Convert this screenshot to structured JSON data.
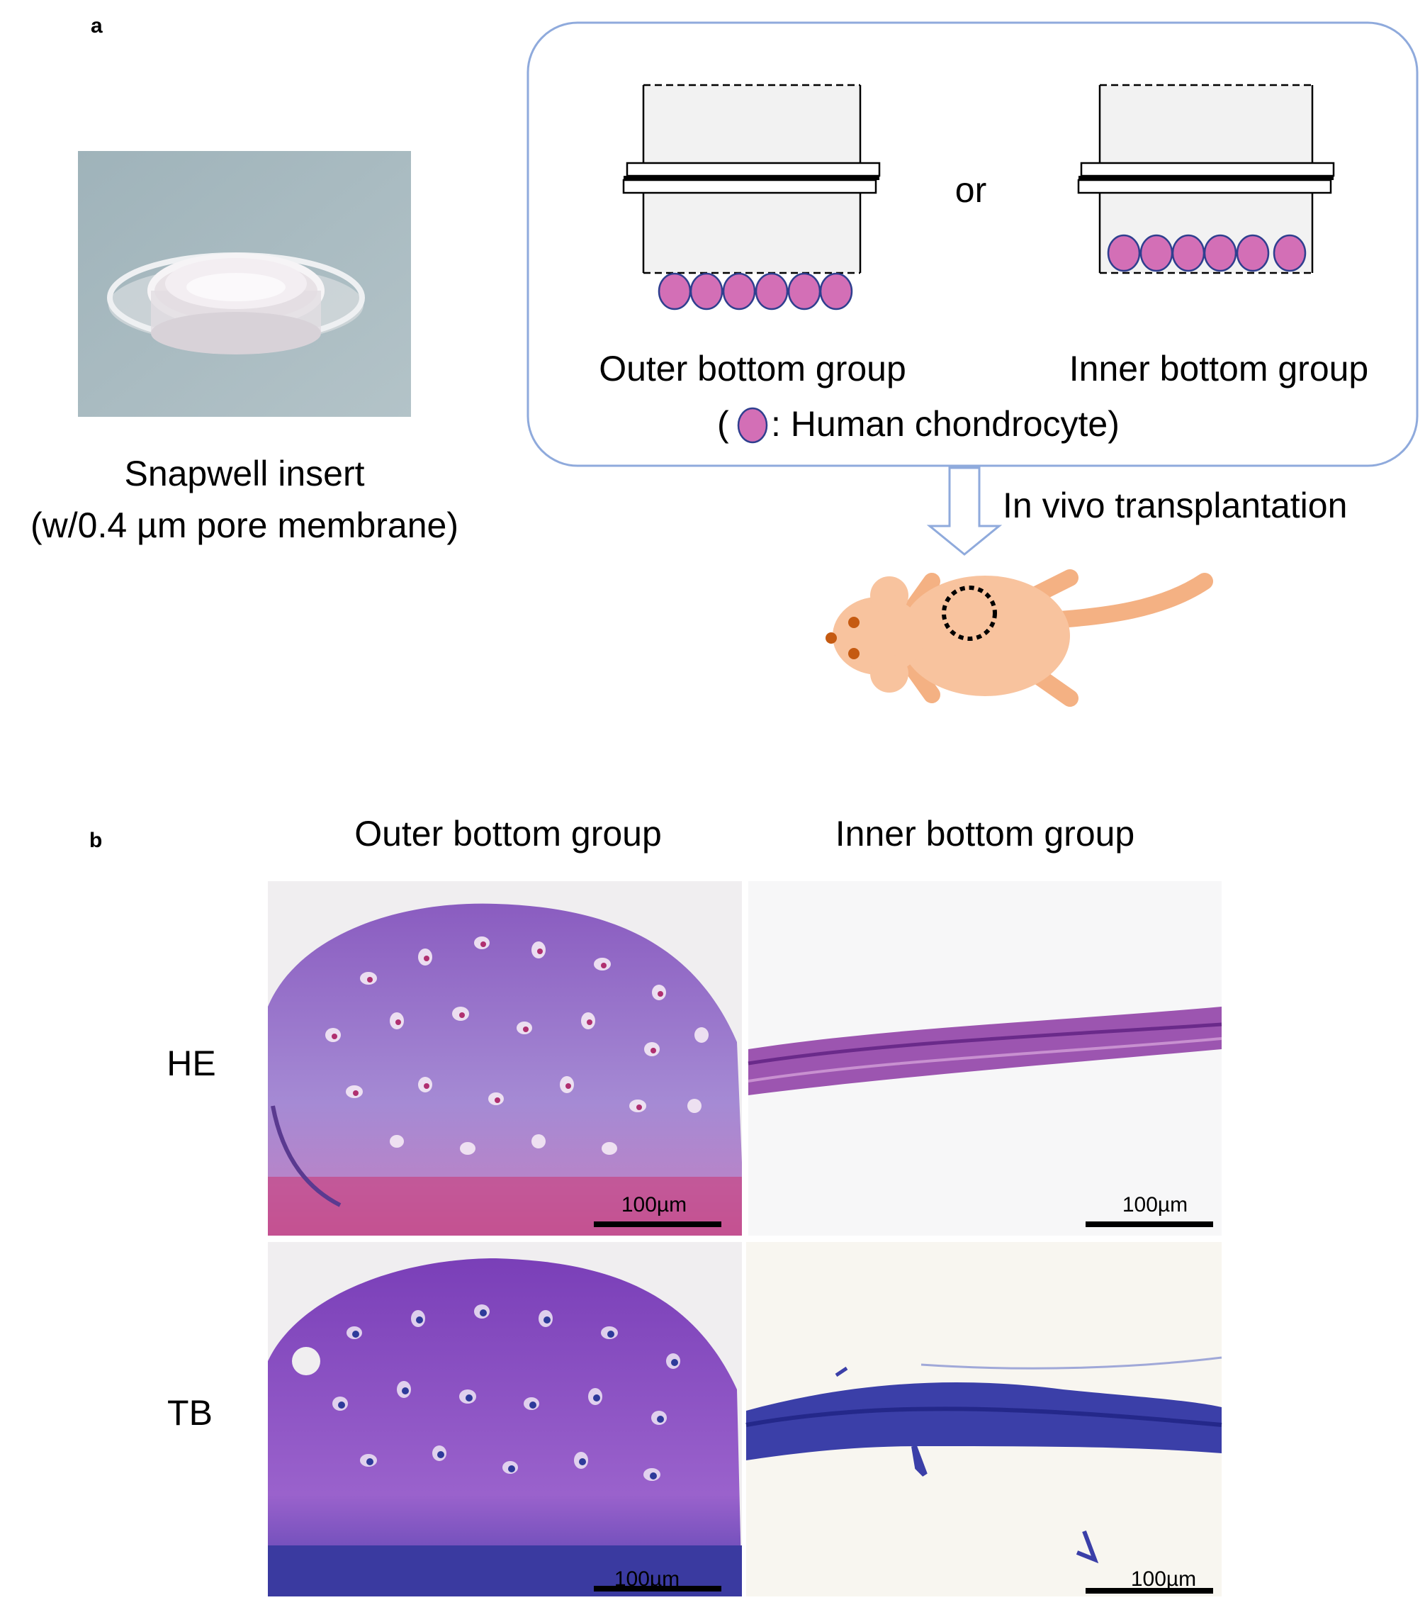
{
  "panel_a": {
    "label": "a",
    "photo_caption_line1": "Snapwell insert",
    "photo_caption_line2": "(w/0.4 µm pore membrane)",
    "or_text": "or",
    "outer_group_label": "Outer bottom group",
    "inner_group_label": "Inner bottom group",
    "legend_open": "(",
    "legend_text": " : Human chondrocyte)",
    "transplant_label": "In vivo transplantation",
    "colors": {
      "box_border": "#8faadc",
      "insert_fill": "#f2f2f2",
      "chondrocyte_fill": "#d36fb6",
      "chondrocyte_stroke": "#2f3f8f",
      "mouse_fill": "#f8c39e",
      "mouse_limb": "#f4b183",
      "mouse_eye": "#c55a11"
    }
  },
  "panel_b": {
    "label": "b",
    "col_outer": "Outer bottom group",
    "col_inner": "Inner bottom group",
    "row_he": "HE",
    "row_tb": "TB",
    "scale_bar": "100µm",
    "colors": {
      "he_cartilage": "#9a6cc4",
      "tb_cartilage": "#8b55c4",
      "tb_blue": "#3b3fa8"
    }
  }
}
